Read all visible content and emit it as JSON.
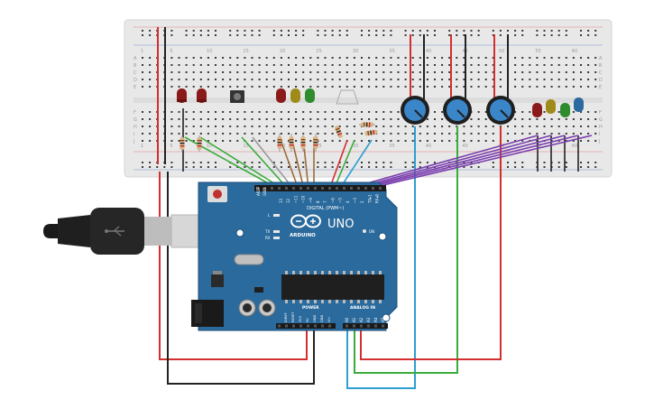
{
  "breadboard": {
    "column_numbers": [
      "1",
      "5",
      "10",
      "15",
      "20",
      "25",
      "30",
      "35",
      "40",
      "45",
      "50",
      "55",
      "60"
    ],
    "row_letters": [
      "A",
      "B",
      "C",
      "D",
      "E",
      "F",
      "G",
      "H",
      "I",
      "J"
    ]
  },
  "arduino": {
    "logo_text": "ARDUINO",
    "model": "UNO",
    "digital_label": "DIGITAL (PWM~)",
    "power_label": "POWER",
    "analog_label": "ANALOG IN",
    "on_label": "ON",
    "tx_label": "TX",
    "rx_label": "RX",
    "l_label": "L",
    "aref_label": "AREF",
    "gnd_label": "GND",
    "digital_pins": [
      "13",
      "12",
      "~11",
      "~10",
      "~9",
      "8",
      "7",
      "~6",
      "~5",
      "4",
      "~3",
      "2",
      "TX▸1",
      "RX◂0"
    ],
    "power_pins": [
      "IOREF",
      "RESET",
      "3V3",
      "5V",
      "GND",
      "GND",
      "Vin"
    ],
    "analog_pins": [
      "A0",
      "A1",
      "A2",
      "A3",
      "A4",
      "A5"
    ]
  },
  "colors": {
    "board_blue": "#2a6a9c",
    "breadboard": "#e8e8e8",
    "wire_red": "#d32f2f",
    "wire_black": "#222222",
    "wire_green": "#3bab3b",
    "wire_blue": "#2c9fd0",
    "wire_purple": "#7a3fae",
    "wire_gray": "#999999",
    "wire_brown": "#9c6b3c",
    "pot_knob": "#3a86c8"
  }
}
